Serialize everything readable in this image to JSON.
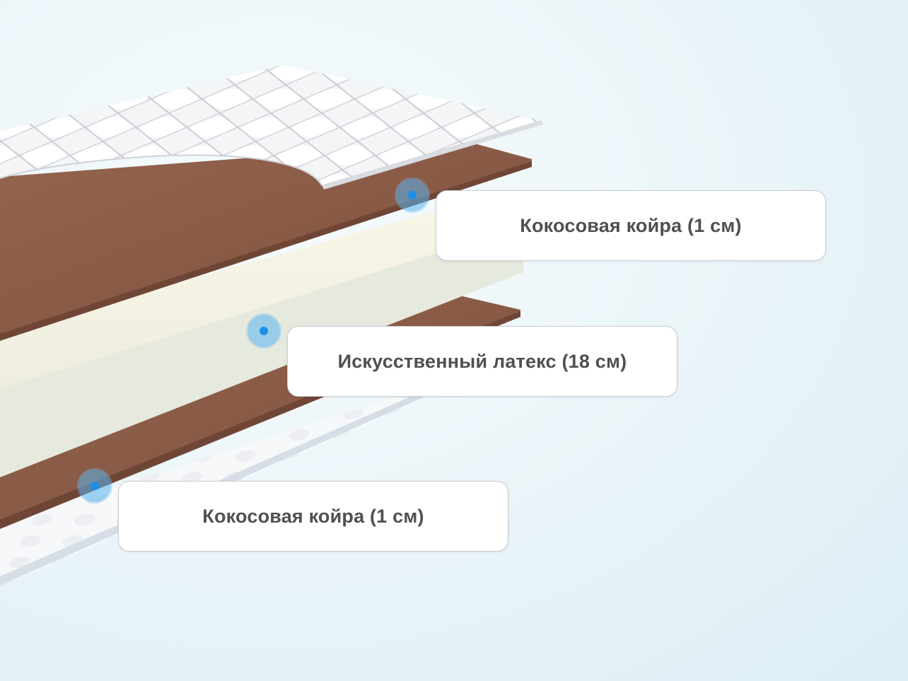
{
  "layers": [
    {
      "label": "Кокосовая койра (1 см)"
    },
    {
      "label": "Искусственный латекс (18 см)"
    },
    {
      "label": "Кокосовая койра (1 см)"
    }
  ],
  "colors": {
    "coir": "#8a5b45",
    "latex": "#f6f4e6",
    "latex_side": "#e6eadf",
    "cover": "#f2f3f5",
    "hotspot": "#1e8fe6"
  }
}
